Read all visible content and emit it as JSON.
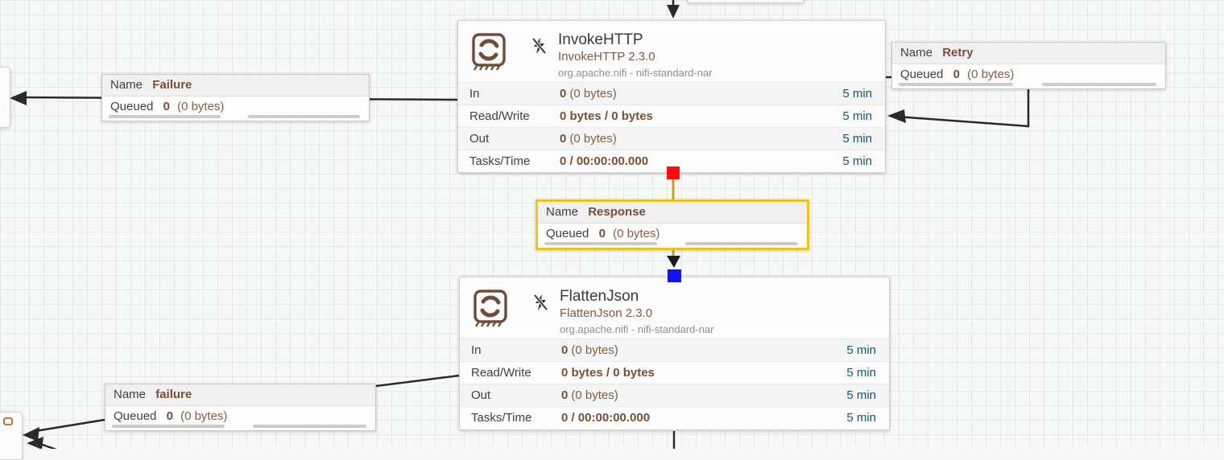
{
  "processors": {
    "invoke_http": {
      "title": "InvokeHTTP",
      "version": "InvokeHTTP 2.3.0",
      "bundle": "org.apache.nifi - nifi-standard-nar",
      "rows": [
        {
          "label": "In",
          "value": "0",
          "value_detail": "(0 bytes)",
          "window": "5 min"
        },
        {
          "label": "Read/Write",
          "value": "0 bytes / 0 bytes",
          "value_detail": "",
          "window": "5 min"
        },
        {
          "label": "Out",
          "value": "0",
          "value_detail": "(0 bytes)",
          "window": "5 min"
        },
        {
          "label": "Tasks/Time",
          "value": "0 / 00:00:00.000",
          "value_detail": "",
          "window": "5 min"
        }
      ]
    },
    "flatten_json": {
      "title": "FlattenJson",
      "version": "FlattenJson 2.3.0",
      "bundle": "org.apache.nifi - nifi-standard-nar",
      "rows": [
        {
          "label": "In",
          "value": "0",
          "value_detail": "(0 bytes)",
          "window": "5 min"
        },
        {
          "label": "Read/Write",
          "value": "0 bytes / 0 bytes",
          "value_detail": "",
          "window": "5 min"
        },
        {
          "label": "Out",
          "value": "0",
          "value_detail": "(0 bytes)",
          "window": "5 min"
        },
        {
          "label": "Tasks/Time",
          "value": "0 / 00:00:00.000",
          "value_detail": "",
          "window": "5 min"
        }
      ]
    }
  },
  "connections": {
    "failure_top": {
      "name_label": "Name",
      "name": "Failure",
      "queued_label": "Queued",
      "queued_count": "0",
      "queued_size": "(0 bytes)"
    },
    "retry": {
      "name_label": "Name",
      "name": "Retry",
      "queued_label": "Queued",
      "queued_count": "0",
      "queued_size": "(0 bytes)"
    },
    "response": {
      "name_label": "Name",
      "name": "Response",
      "queued_label": "Queued",
      "queued_count": "0",
      "queued_size": "(0 bytes)",
      "selected": true
    },
    "failure_bottom": {
      "name_label": "Name",
      "name": "failure",
      "queued_label": "Queued",
      "queued_count": "0",
      "queued_size": "(0 bytes)"
    }
  },
  "icons": {
    "processor_type": "processor-stamp-icon",
    "disabled": "lightning-slash-icon",
    "edge_component": "mini-frame-icon"
  },
  "colors": {
    "selection_gold": "#eec31b",
    "source_anchor_red": "#fb0d0d",
    "destination_anchor_blue": "#1212ef",
    "stat_window_teal": "#14566d",
    "value_brown": "#7b4f33",
    "icon_brown": "#6e4d39",
    "wire_black": "#2a2a2a"
  }
}
